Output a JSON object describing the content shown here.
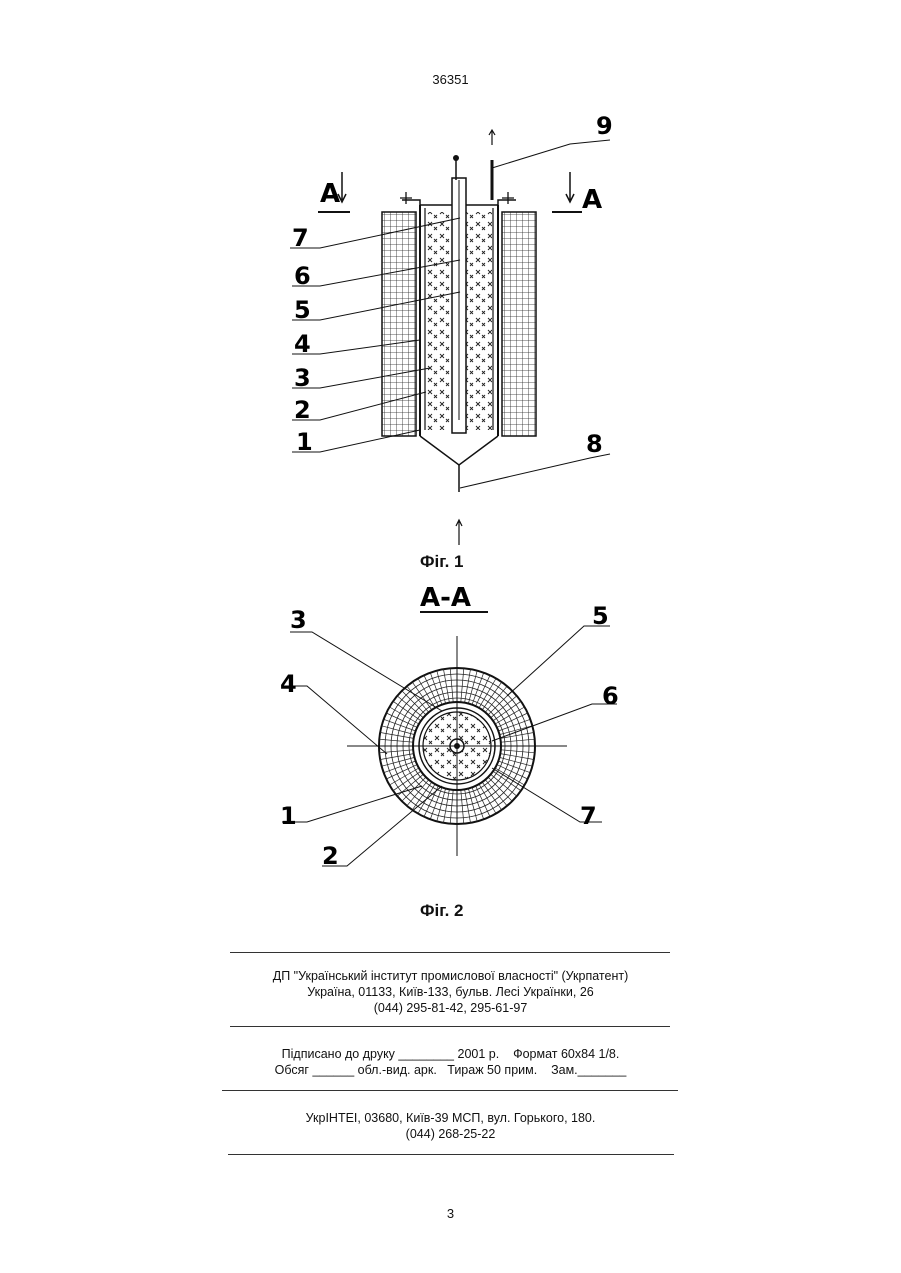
{
  "header": {
    "document_number": "36351"
  },
  "figure1": {
    "caption": "Фіг. 1",
    "labels": {
      "n1": "1",
      "n2": "2",
      "n3": "3",
      "n4": "4",
      "n5": "5",
      "n6": "6",
      "n7": "7",
      "n8": "8",
      "n9": "9",
      "sec_left": "A",
      "sec_right": "A"
    }
  },
  "figure2": {
    "section_title": "А-А",
    "caption": "Фіг. 2",
    "labels": {
      "n1": "1",
      "n2": "2",
      "n3": "3",
      "n4": "4",
      "n5": "5",
      "n6": "6",
      "n7": "7"
    }
  },
  "imprint": {
    "publisher_line1": "ДП \"Український інститут промислової власності\" (Укрпатент)",
    "publisher_line2": "Україна, 01133, Київ-133, бульв. Лесі Українки, 26",
    "publisher_line3": "(044) 295-81-42, 295-61-97",
    "print_line1": "Підписано до друку ________ 2001 р.    Формат 60х84 1/8.",
    "print_line2": "Обсяг ______ обл.-вид. арк.   Тираж 50 прим.    Зам._______",
    "printer_line1": "УкрІНТЕІ, 03680, Київ-39 МСП, вул. Горького, 180.",
    "printer_line2": "(044) 268-25-22"
  },
  "footer": {
    "page_number": "3"
  }
}
